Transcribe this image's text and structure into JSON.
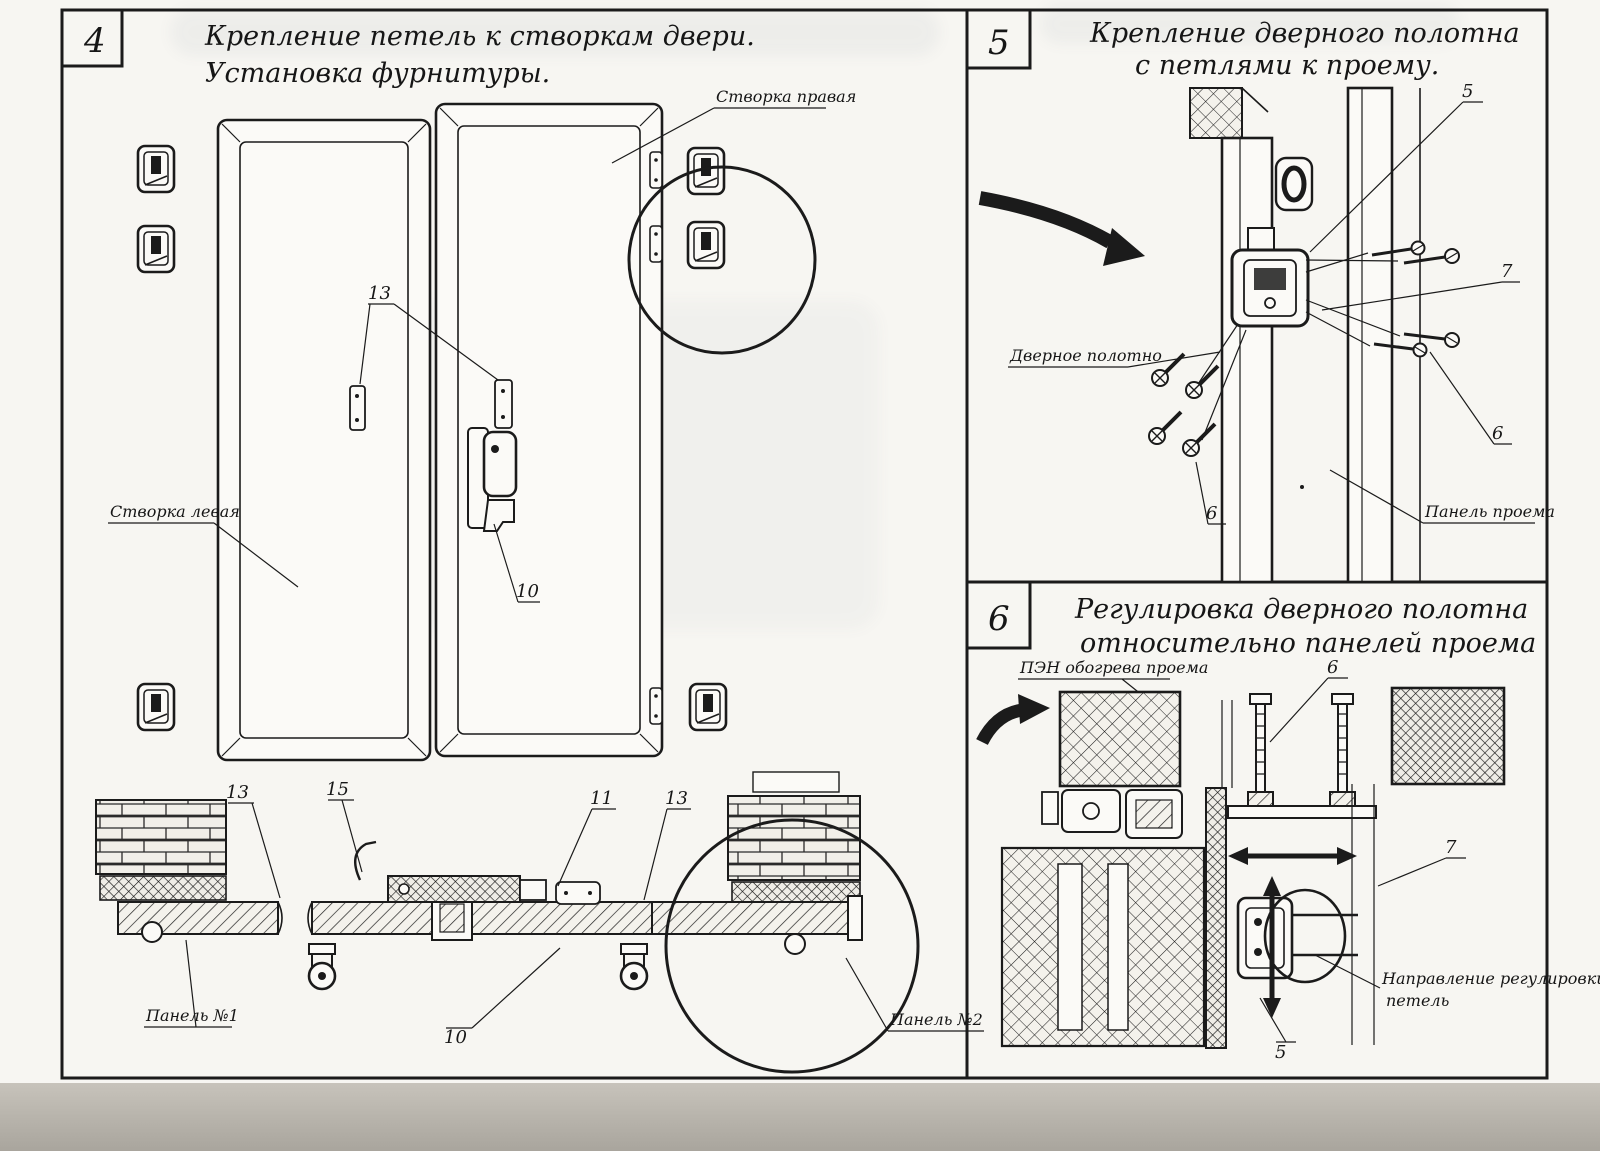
{
  "colors": {
    "ink": "#1b1b1b",
    "paper": "#f7f6f2",
    "photo_strip": "#aaa69e"
  },
  "panel4": {
    "number": "4",
    "title1": "Крепление петель к створкам двери.",
    "title2": "Установка фурнитуры.",
    "label_leaf_right": "Створка правая",
    "label_leaf_left": "Створка левая",
    "label_panel1": "Панель №1",
    "label_panel2": "Панель №2",
    "ref_13_top": "13",
    "ref_10_mid": "10",
    "ref_13_left": "13",
    "ref_15": "15",
    "ref_11": "11",
    "ref_13_right": "13",
    "ref_10_bottom": "10"
  },
  "panel5": {
    "number": "5",
    "title1": "Крепление дверного полотна",
    "title2": "с петлями к проему.",
    "label_door": "Дверное полотно",
    "label_opening": "Панель проема",
    "ref_5": "5",
    "ref_7": "7",
    "ref_6_right": "6",
    "ref_6_left": "6"
  },
  "panel6": {
    "number": "6",
    "title1": "Регулировка дверного полотна",
    "title2": "относительно панелей проема",
    "label_heater": "ПЭН обогрева проема",
    "label_direction1": "Направление регулировки",
    "label_direction2": "петель",
    "ref_6": "6",
    "ref_7": "7",
    "ref_5": "5"
  }
}
